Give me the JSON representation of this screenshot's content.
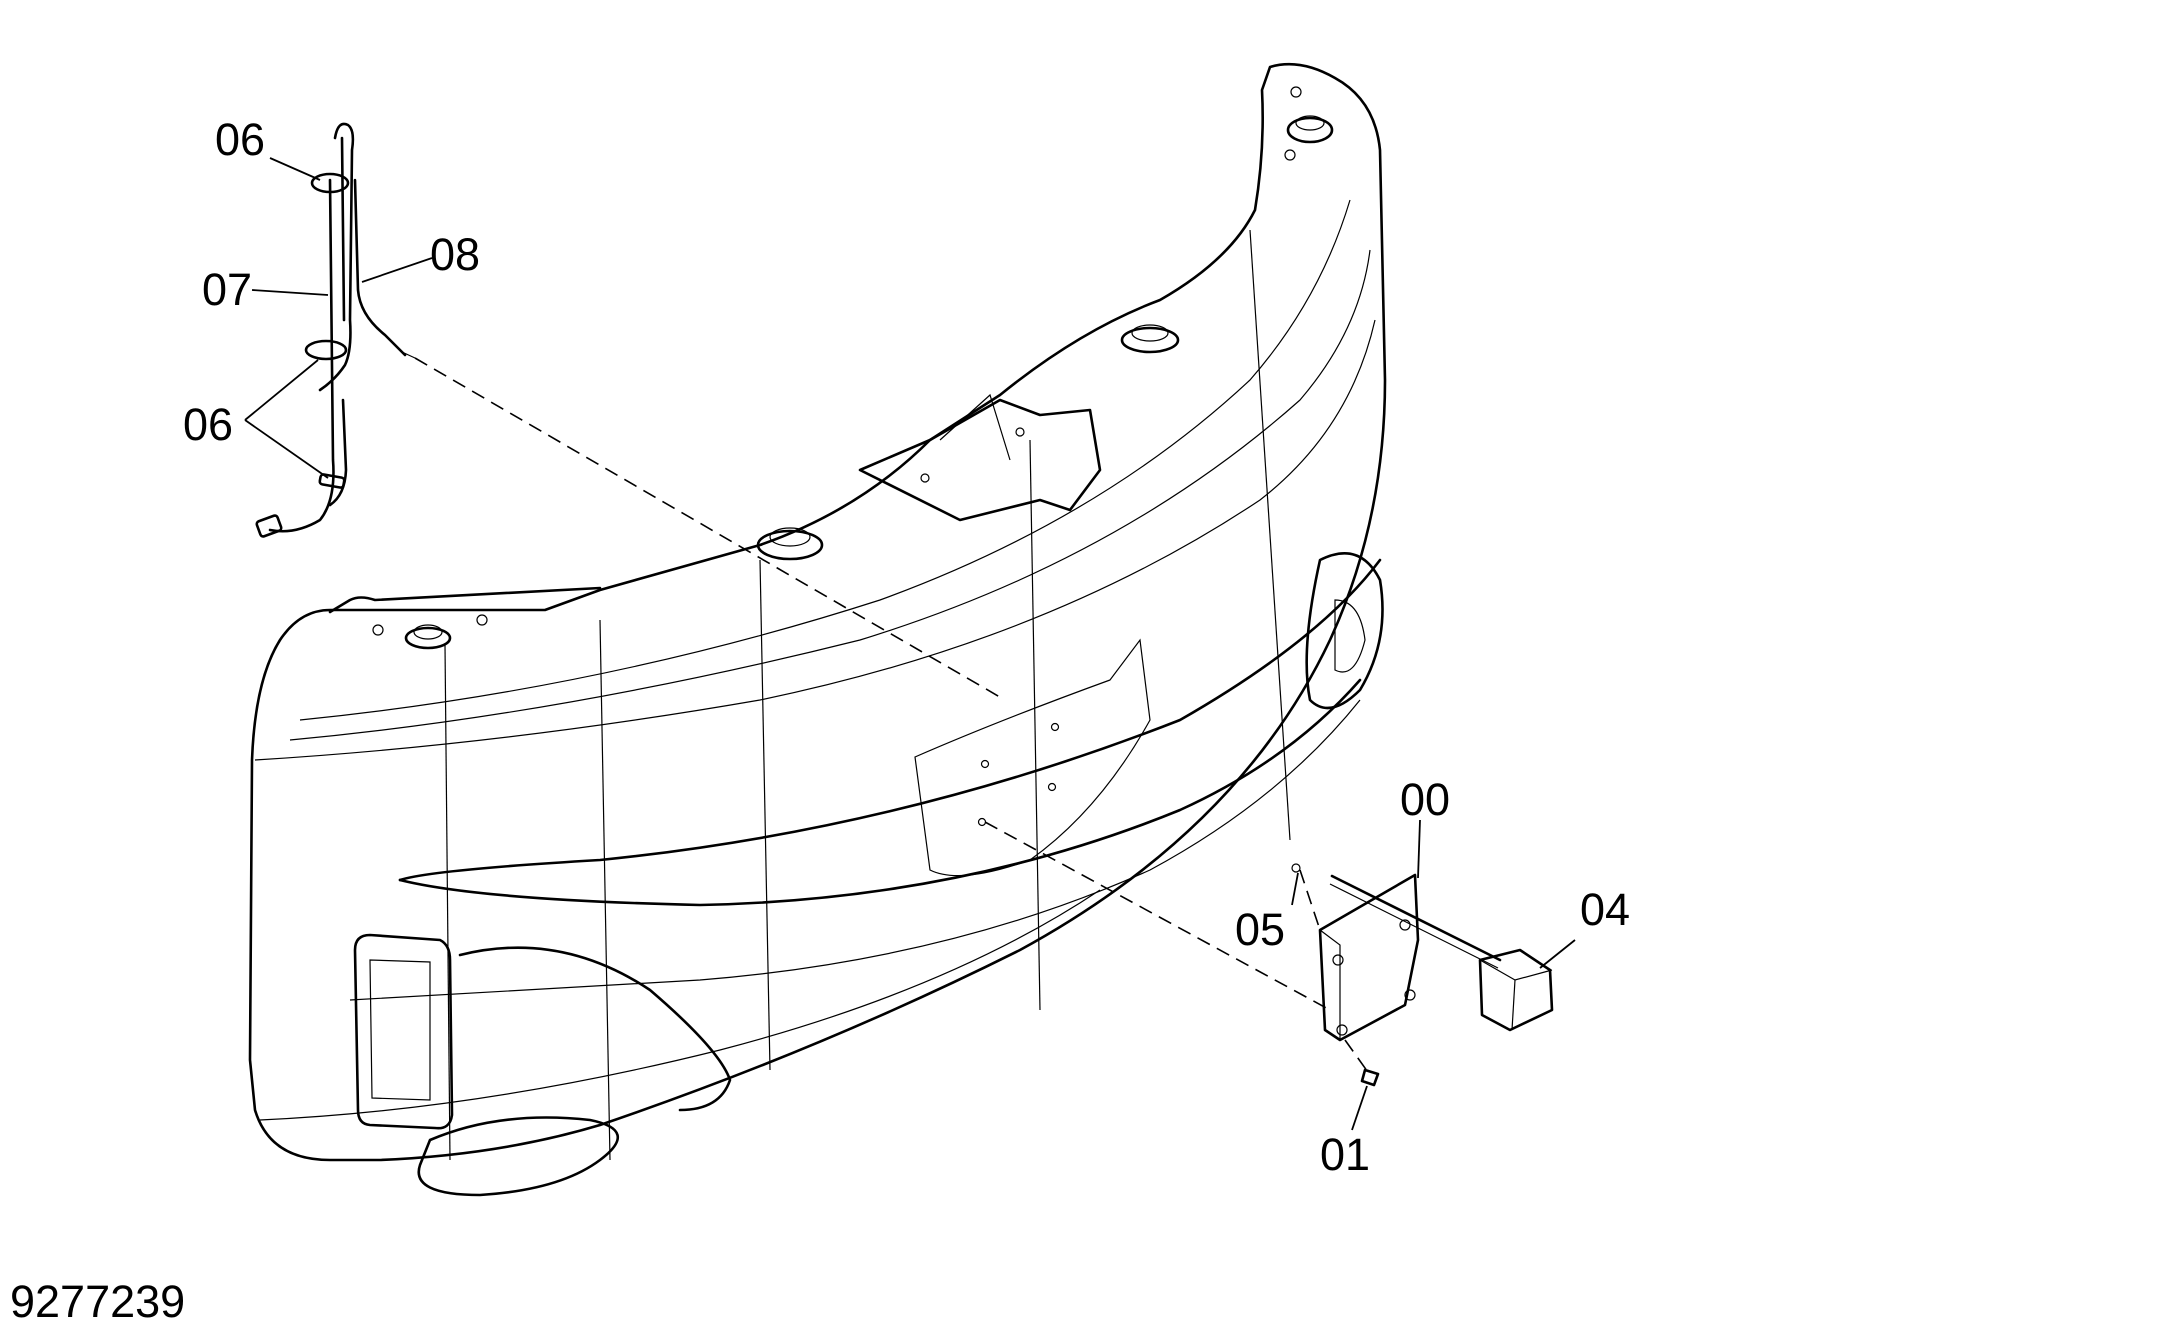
{
  "diagram": {
    "drawing_number": "9277239",
    "callouts": {
      "c00": "00",
      "c01": "01",
      "c04": "04",
      "c05": "05",
      "c06_top": "06",
      "c06_bottom": "06",
      "c07": "07",
      "c08": "08"
    }
  }
}
